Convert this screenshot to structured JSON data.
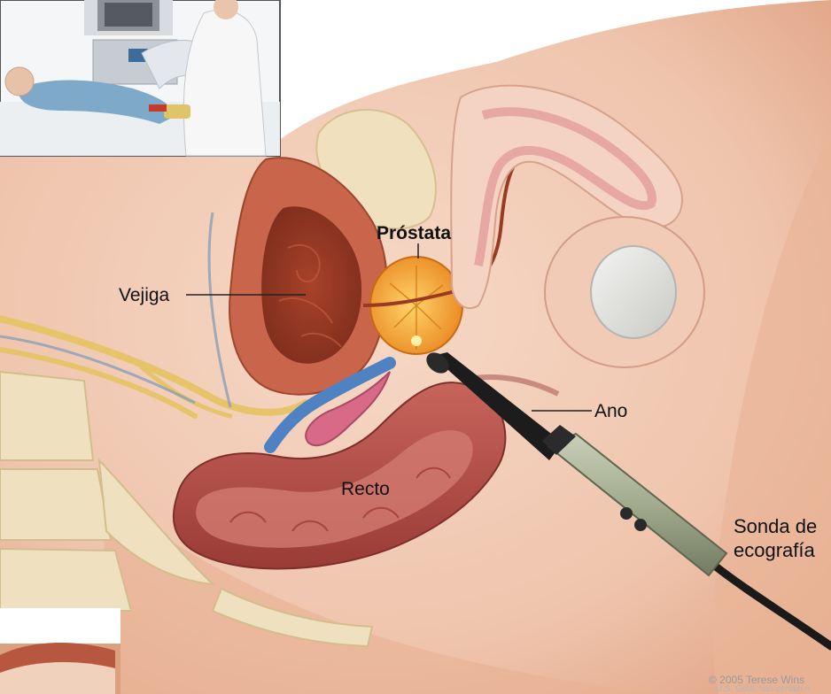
{
  "labels": {
    "prostata": "Próstata",
    "vejiga": "Vejiga",
    "ano": "Ano",
    "recto": "Recto",
    "sonda_line1": "Sonda de",
    "sonda_line2": "ecografía"
  },
  "copyright": {
    "line1": "© 2005 Terese Wins",
    "line2": "U.S. Govt. has certain ri"
  },
  "colors": {
    "skin": "#f1c9b3",
    "skin_dark": "#d99a80",
    "bladder": "#a3452e",
    "bladder_inner": "#b8593c",
    "prostate": "#f3a23a",
    "rectum": "#b5514a",
    "rectum_inner": "#c9655c",
    "bone": "#efe1bf",
    "vessel_blue": "#4f82c2",
    "seminal_pink": "#d86a88",
    "nerve_yellow": "#e8c56a",
    "probe_black": "#1c1c1c",
    "probe_handle": "#a7b095"
  }
}
